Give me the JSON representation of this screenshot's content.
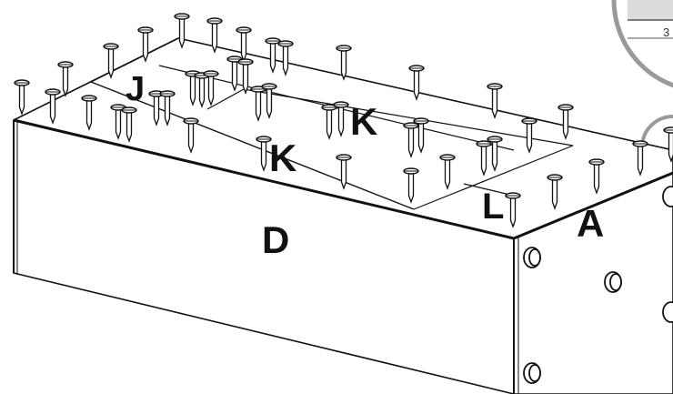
{
  "labels": {
    "j": "J",
    "k_back": "K",
    "k_front": "K",
    "l": "L",
    "a": "A",
    "d": "D"
  },
  "zoom_callout": {
    "visible_text": "3"
  },
  "colors": {
    "line": "#111111",
    "panel_fill": "#ffffff",
    "zoom_ring": "#9a9a9a",
    "zoom_fill": "#dcdcdc"
  }
}
